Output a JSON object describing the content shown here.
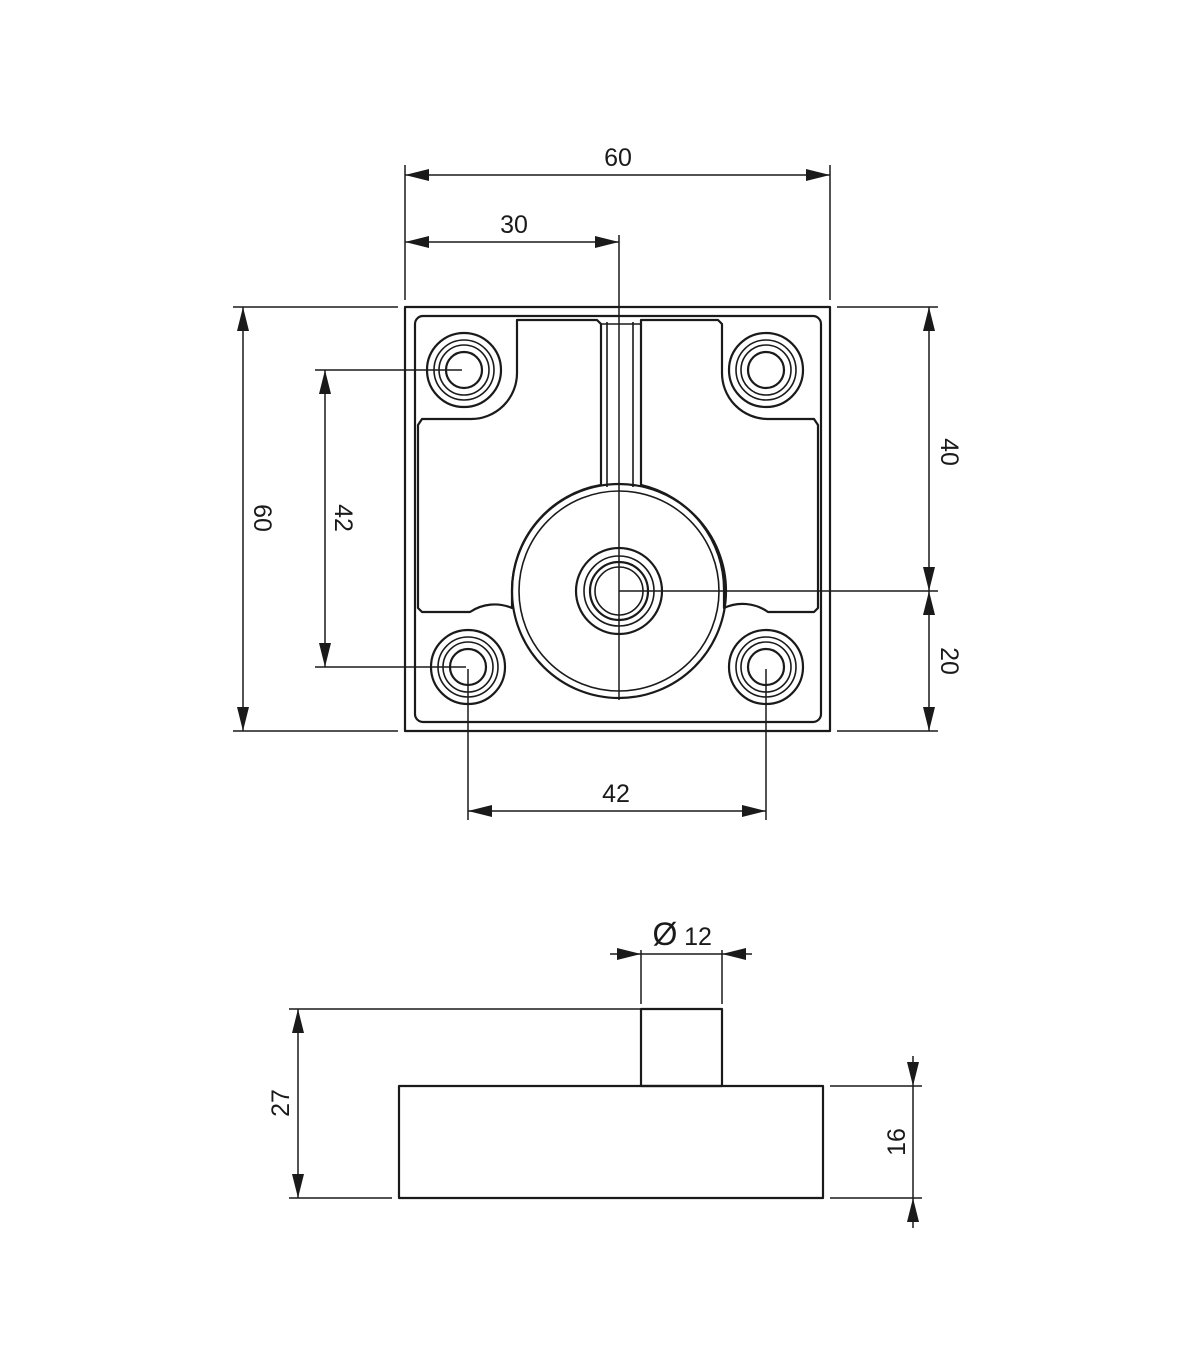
{
  "drawing": {
    "line_color": "#1a1a1a",
    "background": "#ffffff",
    "top_view": {
      "dim_overall_width": "60",
      "dim_center_offset": "30",
      "dim_overall_height": "60",
      "dim_hole_spacing_vertical": "42",
      "dim_upper_to_center": "40",
      "dim_center_to_bottom": "20",
      "dim_hole_spacing_horizontal": "42"
    },
    "side_view": {
      "dim_shaft_diameter_symbol": "Ø",
      "dim_shaft_diameter": "12",
      "dim_total_height": "27",
      "dim_base_height": "16"
    }
  }
}
